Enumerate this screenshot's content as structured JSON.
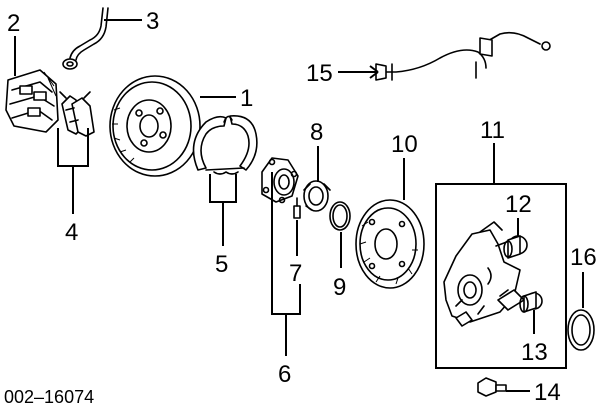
{
  "diagram": {
    "callouts": [
      {
        "id": "1",
        "text": "1"
      },
      {
        "id": "2",
        "text": "2"
      },
      {
        "id": "3",
        "text": "3"
      },
      {
        "id": "4",
        "text": "4"
      },
      {
        "id": "5",
        "text": "5"
      },
      {
        "id": "6",
        "text": "6"
      },
      {
        "id": "7",
        "text": "7"
      },
      {
        "id": "8",
        "text": "8"
      },
      {
        "id": "9",
        "text": "9"
      },
      {
        "id": "10",
        "text": "10"
      },
      {
        "id": "11",
        "text": "11"
      },
      {
        "id": "12",
        "text": "12"
      },
      {
        "id": "13",
        "text": "13"
      },
      {
        "id": "14",
        "text": "14"
      },
      {
        "id": "15",
        "text": "15"
      },
      {
        "id": "16",
        "text": "16"
      }
    ],
    "figure_code": "002–16074"
  }
}
